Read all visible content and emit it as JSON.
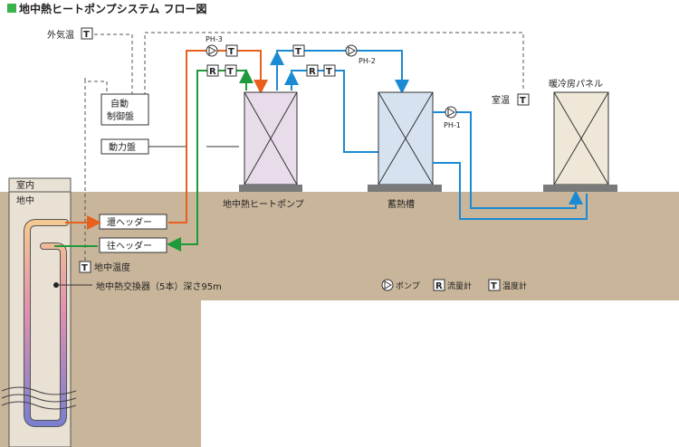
{
  "title": "地中熱ヒートポンプシステム フロー図",
  "colors": {
    "title_square": "#3bb24b",
    "ground": "#c9b59a",
    "supply_pipe": "#e8601c",
    "return_pipe": "#1e9a3a",
    "water_pipe": "#1a8ad4",
    "heatpump_fill": "#e8dcea",
    "tank_fill": "#d6e2f0",
    "panel_fill": "#efe8d8"
  },
  "labels": {
    "outdoor_temp": "外気温",
    "auto_control_1": "自動",
    "auto_control_2": "制御盤",
    "power_panel": "動力盤",
    "indoor_1": "室内",
    "indoor_2": "地中",
    "return_header": "還ヘッダー",
    "supply_header": "往ヘッダー",
    "ground_temp": "地中温度",
    "exchanger": "地中熱交換器（5本）深さ95m",
    "heat_pump": "地中熱ヒートポンプ",
    "tank": "蓄熱槽",
    "panel": "暖冷房パネル",
    "room_temp": "室温"
  },
  "pumps": {
    "ph3": "PH-3",
    "ph2": "PH-2",
    "ph1": "PH-1"
  },
  "symbols": {
    "T": "T",
    "R": "R"
  },
  "legend": {
    "pump": "ポンプ",
    "flow": "流量計",
    "temp": "温度計"
  }
}
